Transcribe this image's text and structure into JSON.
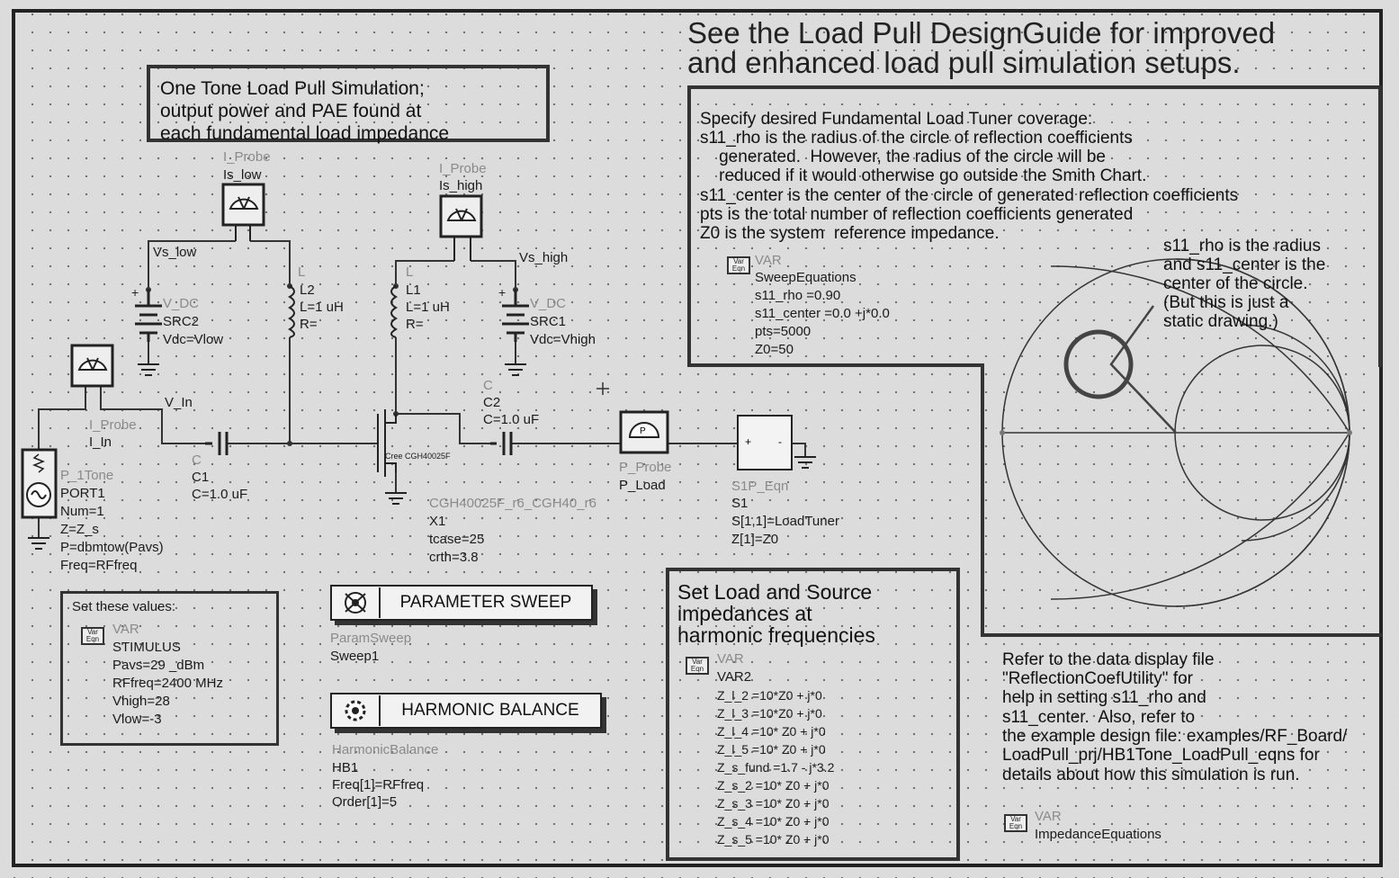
{
  "header_note": [
    "See the Load Pull DesignGuide for improved",
    "and enhanced load pull simulation setups."
  ],
  "title_box": [
    "One Tone Load Pull Simulation;",
    "output power and PAE found at",
    "each fundamental load impedance"
  ],
  "load_tuner_box": {
    "lines": [
      "Specify desired Fundamental Load Tuner coverage:",
      "s11_rho is the radius of the circle of reflection coefficients",
      "    generated.  However, the radius of the circle will be",
      "    reduced if it would otherwise go outside the Smith Chart.",
      "s11_center is the center of the circle of generated reflection coefficients",
      "pts is the total number of reflection coefficients generated",
      "Z0 is the system  reference impedance."
    ],
    "var": {
      "type": "VAR",
      "name": "SweepEquations",
      "params": [
        "s11_rho =0.90",
        "s11_center =0.0 +j*0.0",
        "pts=5000",
        "Z0=50"
      ]
    },
    "smith_note": [
      "s11_rho is the radius",
      "and s11_center is the",
      "center of the circle.",
      "(But this is just a",
      "static drawing.)"
    ]
  },
  "components": {
    "i_probe_low": {
      "type": "I_Probe",
      "name": "Is_low"
    },
    "i_probe_high": {
      "type": "I_Probe",
      "name": "Is_high"
    },
    "i_probe_in": {
      "type": "I_Probe",
      "name": "I_In"
    },
    "inductor_l2": {
      "type": "L",
      "name": "L2",
      "params": [
        "L=1 uH",
        "R="
      ]
    },
    "inductor_l1": {
      "type": "L",
      "name": "L1",
      "params": [
        "L=1 uH",
        "R="
      ]
    },
    "vdc_src2": {
      "type": "V_DC",
      "name": "SRC2",
      "params": [
        "Vdc=Vlow"
      ]
    },
    "vdc_src1": {
      "type": "V_DC",
      "name": "SRC1",
      "params": [
        "Vdc=Vhigh"
      ]
    },
    "cap_c1": {
      "type": "C",
      "name": "C1",
      "params": [
        "C=1.0 uF"
      ]
    },
    "cap_c2": {
      "type": "C",
      "name": "C2",
      "params": [
        "C=1.0 uF"
      ]
    },
    "port1": {
      "type": "P_1Tone",
      "name": "PORT1",
      "params": [
        "Num=1",
        "Z=Z_s",
        "P=dbmtow(Pavs)",
        "Freq=RFfreq"
      ]
    },
    "transistor": {
      "type": "CGH40025F_r6_CGH40_r6",
      "name": "X1",
      "params": [
        "tcase=25",
        "crth=3.8"
      ],
      "body_label": "Cree CGH40025F"
    },
    "p_probe": {
      "type": "P_Probe",
      "name": "P_Load"
    },
    "s1p": {
      "type": "S1P_Eqn",
      "name": "S1",
      "params": [
        "S[1,1]=LoadTuner",
        "Z[1]=Z0"
      ]
    }
  },
  "nets": {
    "vs_low": "Vs_low",
    "vs_high": "Vs_high",
    "v_in": "V_In"
  },
  "set_values_box": {
    "title": "Set these values:",
    "var": {
      "type": "VAR",
      "name": "STIMULUS",
      "params": [
        "Pavs=29 _dBm",
        "RFfreq=2400 MHz",
        "Vhigh=28",
        "Vlow=-3"
      ]
    }
  },
  "param_sweep": {
    "label": "PARAMETER SWEEP",
    "type": "ParamSweep",
    "name": "Sweep1"
  },
  "harmonic_balance": {
    "label": "HARMONIC BALANCE",
    "type": "HarmonicBalance",
    "name": "HB1",
    "params": [
      "Freq[1]=RFfreq",
      "Order[1]=5"
    ]
  },
  "harmonic_box": {
    "title": [
      "Set Load and Source",
      "impedances at",
      "harmonic frequencies"
    ],
    "var": {
      "type": "VAR",
      "name": "VAR2",
      "params": [
        "Z_l_2 =10*Z0 + j*0",
        "Z_l_3 =10*Z0 + j*0",
        "Z_l_4 =10* Z0 + j*0",
        "Z_l_5 =10* Z0 + j*0",
        "Z_s_fund =1.7 - j*3.2",
        "Z_s_2 =10* Z0 + j*0",
        "Z_s_3 =10* Z0 + j*0",
        "Z_s_4 =10* Z0 + j*0",
        "Z_s_5 =10* Z0 + j*0"
      ]
    }
  },
  "refer_note": [
    "Refer to the data display file",
    "\"ReflectionCoefUtility\" for",
    "help in setting s11_rho and",
    "s11_center.  Also, refer to",
    "the example design file: examples/RF_Board/",
    "LoadPull_prj/HB1Tone_LoadPull_eqns for",
    "details about how this simulation is run."
  ],
  "impedance_var": {
    "type": "VAR",
    "name": "ImpedanceEquations"
  }
}
